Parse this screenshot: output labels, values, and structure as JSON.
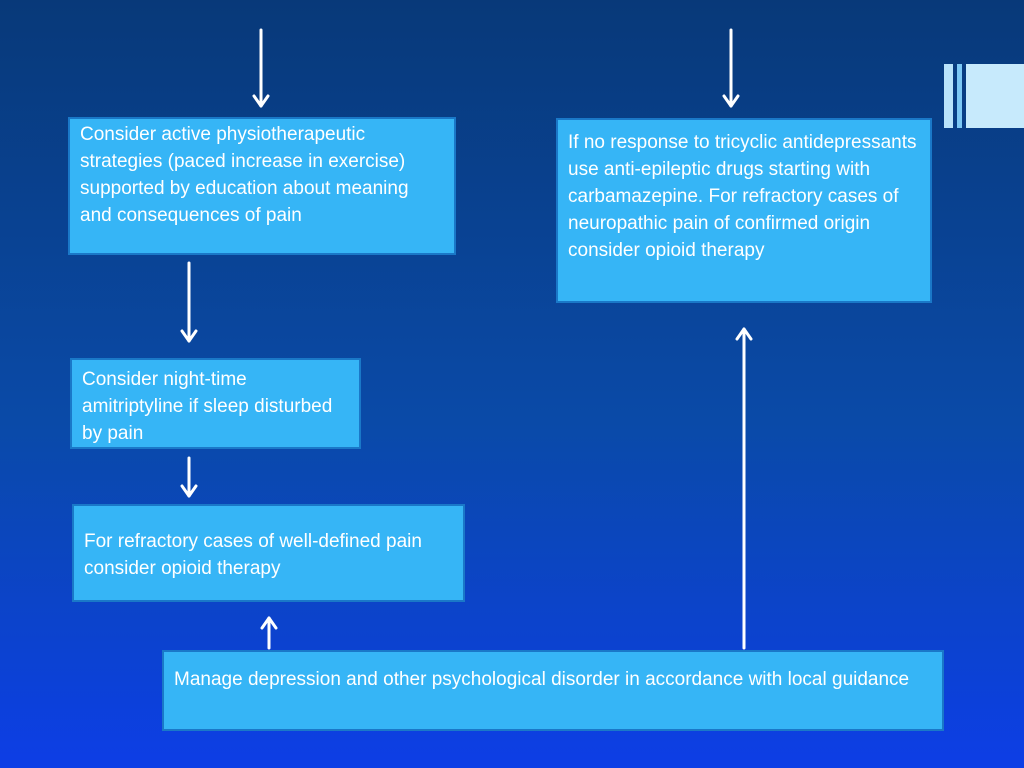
{
  "boxes": {
    "physio": "Consider active physiotherapeutic strategies (paced increase in exercise) supported by education about meaning and consequences of pain",
    "amitriptyline": "Consider night-time amitriptyline if sleep disturbed by pain",
    "opioid": "For refractory cases of well-defined pain consider opioid therapy",
    "antiepileptic": "If no response to tricyclic antidepressants use anti-epileptic drugs starting with carbamazepine. For refractory cases of neuropathic pain of confirmed origin consider opioid therapy",
    "depression": "Manage depression and other psychological disorder in accordance with local guidance"
  },
  "colors": {
    "box_fill": "#36b5f6",
    "box_border": "#1a78c8",
    "background_top": "#083979",
    "background_bottom": "#0d3ee6",
    "arrow": "#ffffff"
  }
}
